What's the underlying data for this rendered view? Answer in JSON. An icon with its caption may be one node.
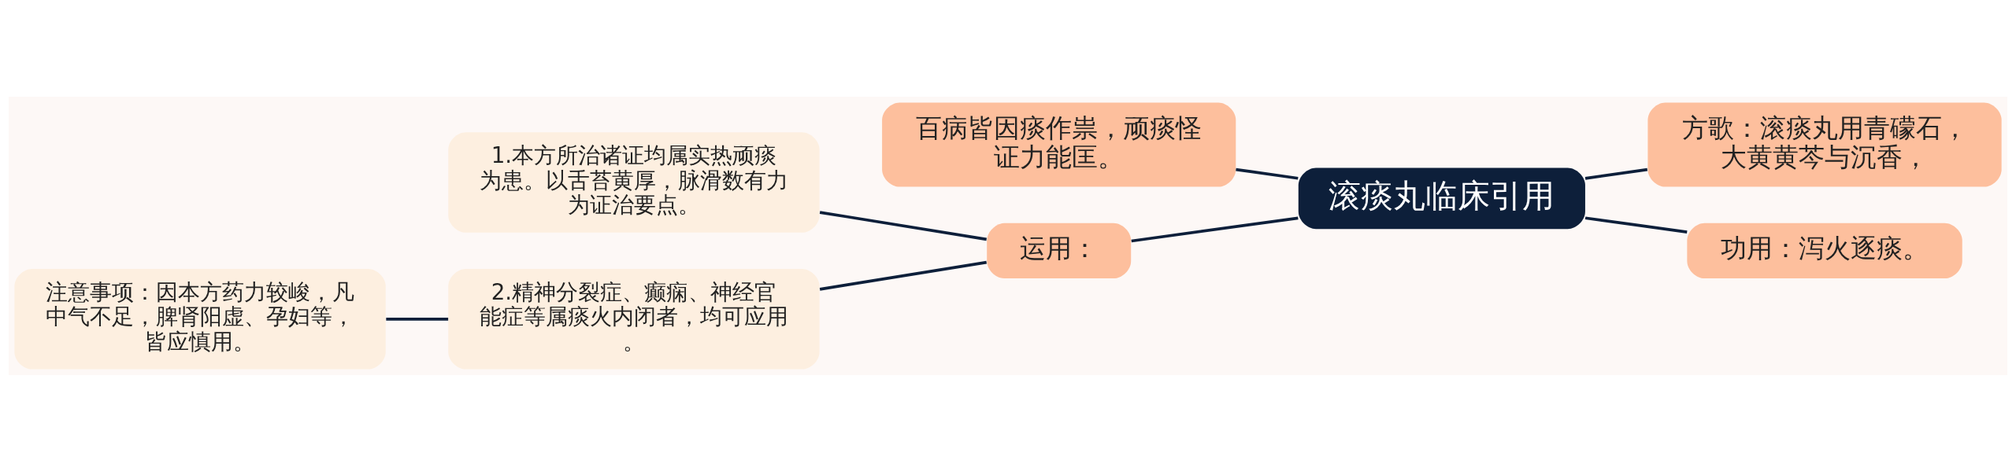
{
  "diagram": {
    "nodes": [
      {
        "text": [
          "滚痰丸临床引用"
        ]
      },
      {
        "text": [
          "百病皆因痰作祟，顽痰怪证力能匡。"
        ]
      },
      {
        "text": [
          "方歌：滚痰丸用青礞石，大黄黄芩与沉香，"
        ]
      },
      {
        "text": [
          "运用："
        ]
      },
      {
        "text": [
          "功用：泻火逐痰。"
        ]
      },
      {
        "text": [
          "1.本方所治诸证均属实热顽痰为患。以舌苔黄厚，脉滑数有力为证治要点。"
        ]
      },
      {
        "text": [
          "2.精神分裂症、癫痫、神经官能症等属痰火内闭者，均可应用。"
        ]
      },
      {
        "text": [
          "注意事项：因本方药力较峻，凡中气不足，脾肾阳虚、孕妇等，皆应慎用。"
        ]
      }
    ],
    "edges": [
      {
        "from": 0,
        "to": 1,
        "arrow": "none"
      },
      {
        "from": 0,
        "to": 2,
        "arrow": "none"
      },
      {
        "from": 0,
        "to": 3,
        "arrow": "none"
      },
      {
        "from": 0,
        "to": 4,
        "arrow": "none"
      },
      {
        "from": 3,
        "to": 5,
        "arrow": "none"
      },
      {
        "from": 3,
        "to": 6,
        "arrow": "none"
      },
      {
        "from": 6,
        "to": 7,
        "arrow": "none"
      }
    ]
  }
}
